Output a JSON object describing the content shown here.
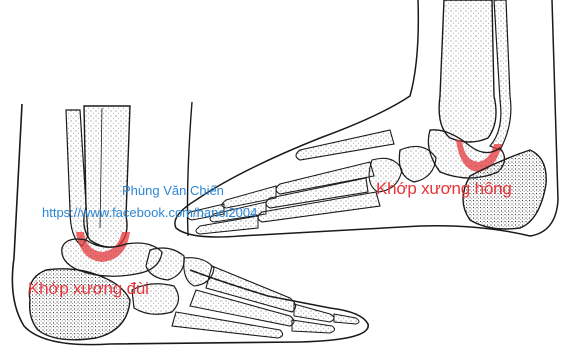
{
  "watermark": {
    "name": "Phùng Văn Chiến",
    "url": "https://www.facebook.com/hanoi2004"
  },
  "labels": {
    "left_joint": "Khớp xương đùi",
    "right_joint": "Khớp xương hông"
  },
  "colors": {
    "label_red": "#e8343a",
    "highlight_red": "#e8343a",
    "watermark_blue": "#2b86d6",
    "ink": "#1a1a1a"
  }
}
